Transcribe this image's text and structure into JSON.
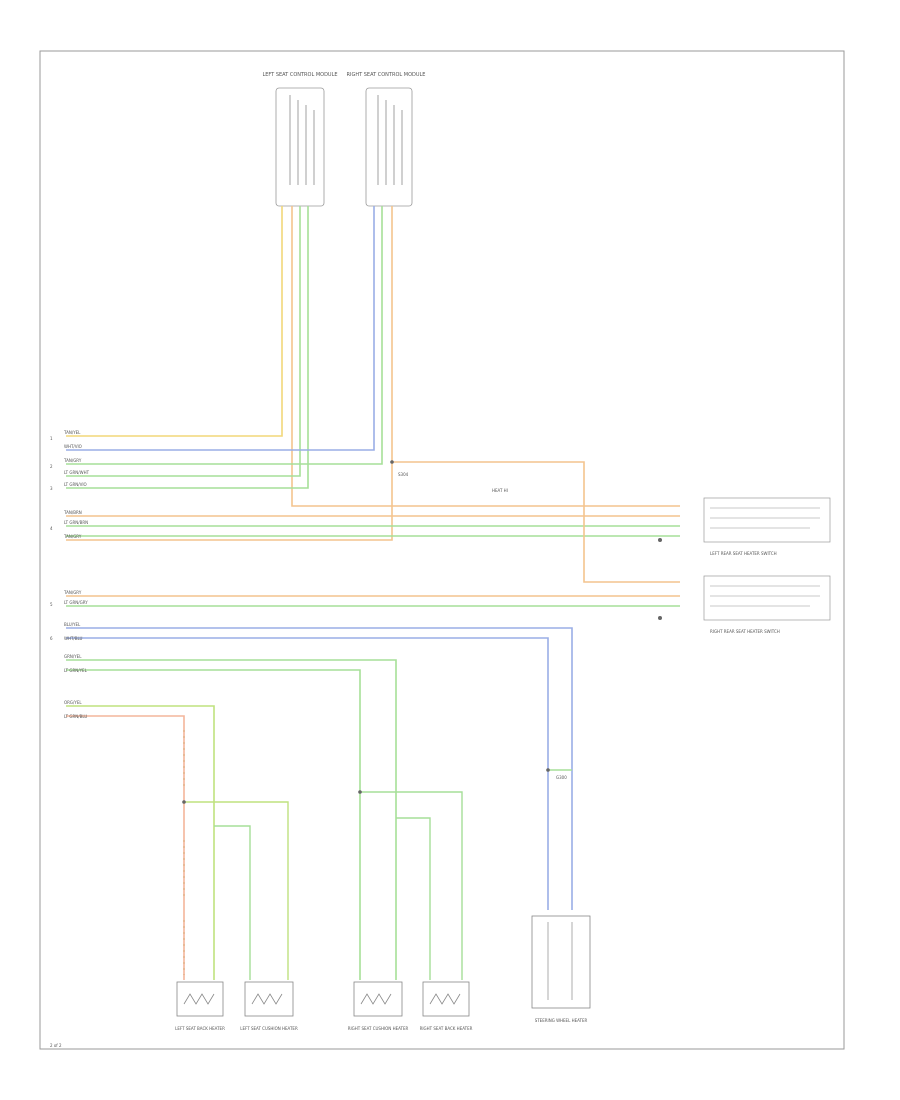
{
  "title": "",
  "page_number": "2 of 2",
  "colors": {
    "frame": "#9a9a9a",
    "wire_yellow": "#f2d779",
    "wire_orange": "#f3c48e",
    "wire_blue": "#9aaee6",
    "wire_green": "#a6df98",
    "wire_lime": "#bfe27f",
    "wire_salmon": "#f3b59b",
    "text": "#555555"
  },
  "connectors": {
    "left_seat_module": "LEFT SEAT CONTROL MODULE",
    "right_seat_module": "RIGHT SEAT CONTROL MODULE",
    "left_rear_heater_switch": "LEFT REAR SEAT HEATER SWITCH",
    "right_rear_heater_switch": "RIGHT REAR SEAT HEATER SWITCH",
    "left_back_seat": "LEFT SEAT BACK HEATER",
    "left_cushion_seat": "LEFT SEAT CUSHION HEATER",
    "right_cushion_seat": "RIGHT SEAT CUSHION HEATER",
    "right_back_seat": "RIGHT SEAT BACK HEATER",
    "steering_wheel_heater": "STEERING WHEEL HEATER"
  },
  "wires": {
    "l1": "TAN/YEL",
    "l2": "WHT/VIO",
    "l3": "TAN/GRY",
    "l4": "LT GRN/WHT",
    "l5": "LT GRN/VIO",
    "l6": "TAN/BRN",
    "l7": "LT GRN/BRN",
    "l8": "TAN/GRY",
    "l9": "TAN/GRY",
    "l10": "LT GRN/GRY",
    "l11": "BLU/YEL",
    "l12": "WHT/BLU",
    "l13": "GRN/YEL",
    "l14": "LT GRN/YEL",
    "l15": "ORG/YEL",
    "l16": "LT GRN/BLU"
  },
  "pins": [
    "1",
    "2",
    "3",
    "4",
    "5",
    "6"
  ],
  "notes": {
    "ground": "G300",
    "splice": "S304",
    "heat_hi": "HEAT HI"
  }
}
